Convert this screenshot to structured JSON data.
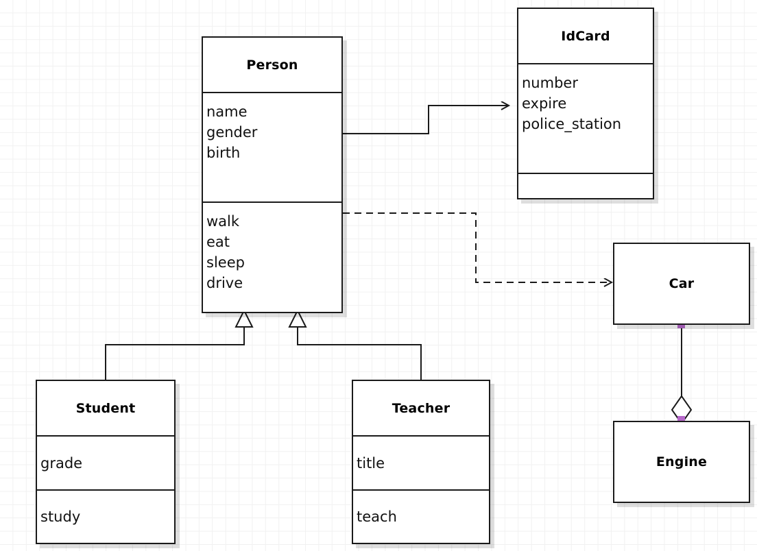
{
  "diagram": {
    "type": "uml-class-diagram",
    "background": "#ffffff",
    "grid_color": "#f1f1f1",
    "line_color": "#1a1a1a",
    "handle_color": "#b568c9"
  },
  "classes": {
    "person": {
      "name": "Person",
      "attributes": [
        "name",
        "gender",
        "birth"
      ],
      "operations": [
        "walk",
        "eat",
        "sleep",
        "drive"
      ]
    },
    "idcard": {
      "name": "IdCard",
      "attributes": [
        "number",
        "expire",
        "police_station"
      ],
      "operations": []
    },
    "car": {
      "name": "Car",
      "attributes": [],
      "operations": []
    },
    "engine": {
      "name": "Engine",
      "attributes": [],
      "operations": []
    },
    "student": {
      "name": "Student",
      "attributes": [
        "grade"
      ],
      "operations": [
        "study"
      ]
    },
    "teacher": {
      "name": "Teacher",
      "attributes": [
        "title"
      ],
      "operations": [
        "teach"
      ]
    }
  },
  "relationships": [
    {
      "id": "person-idcard",
      "kind": "association",
      "line": "solid",
      "arrowhead": "open",
      "source": "Person",
      "target": "IdCard"
    },
    {
      "id": "person-car",
      "kind": "dependency",
      "line": "dashed",
      "arrowhead": "open",
      "source": "Person",
      "target": "Car"
    },
    {
      "id": "student-person",
      "kind": "generalization",
      "line": "solid",
      "arrowhead": "hollow-triangle",
      "source": "Student",
      "target": "Person"
    },
    {
      "id": "teacher-person",
      "kind": "generalization",
      "line": "solid",
      "arrowhead": "hollow-triangle",
      "source": "Teacher",
      "target": "Person"
    },
    {
      "id": "car-engine",
      "kind": "aggregation",
      "line": "solid",
      "arrowhead": "hollow-diamond",
      "source": "Car",
      "target": "Engine"
    }
  ]
}
